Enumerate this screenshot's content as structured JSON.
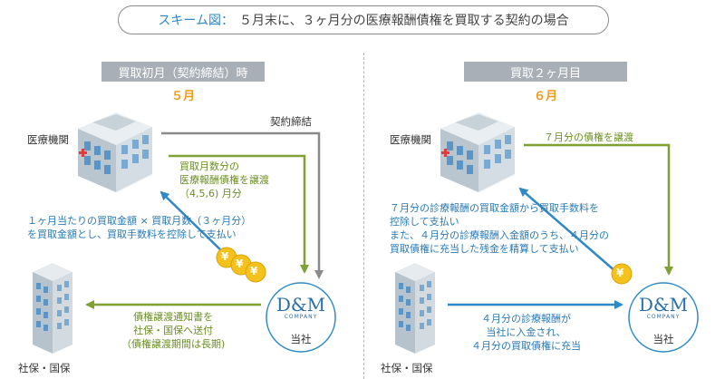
{
  "title": {
    "lead": "スキーム図：",
    "text": "５月末に、３ヶ月分の医療報酬債権を買取する契約の場合"
  },
  "left": {
    "phase": "買取初月（契約締結）時",
    "month": "５月",
    "hospital_label": "医療機関",
    "insurer_label": "社保・国保",
    "company_label": "当社",
    "contract_label": "契約締結",
    "transfer_text": [
      "買取月数分の",
      "医療報酬債権を譲渡",
      "（4,5,6) 月分"
    ],
    "payment_text": [
      "１ヶ月当たりの買取金額 × 買取月数（３ヶ月分）",
      "を買取金額とし、買取手数料を控除して支払い"
    ],
    "notice_text": [
      "債権譲渡通知書を",
      "社保・国保へ送付",
      "（債権譲渡期間は長期)"
    ]
  },
  "right": {
    "phase": "買取２ヶ月目",
    "month": "６月",
    "hospital_label": "医療機関",
    "insurer_label": "社保・国保",
    "company_label": "当社",
    "transfer_text": [
      "７月分の債権を譲渡"
    ],
    "payment_text": [
      "７月分の診療報酬の買取金額から買取手数料を",
      "控除して支払い",
      "また、４月分の診療報酬入金額のうち、４月分の",
      "買取債権に充当した残金を精算して支払い"
    ],
    "deposit_text": [
      "４月分の診療報酬が",
      "当社に入金され、",
      "４月分の買取債権に充当"
    ]
  },
  "logo": {
    "mark": "D&M",
    "sub": "COMPANY"
  },
  "coin": {
    "symbol": "¥"
  },
  "colors": {
    "green_arrow": "#7fa035",
    "blue_arrow": "#2f89c6",
    "gray_arrow": "#8a8a8a",
    "coin_gold": "#f5c21b",
    "logo_blue": "#2a6fa8"
  }
}
